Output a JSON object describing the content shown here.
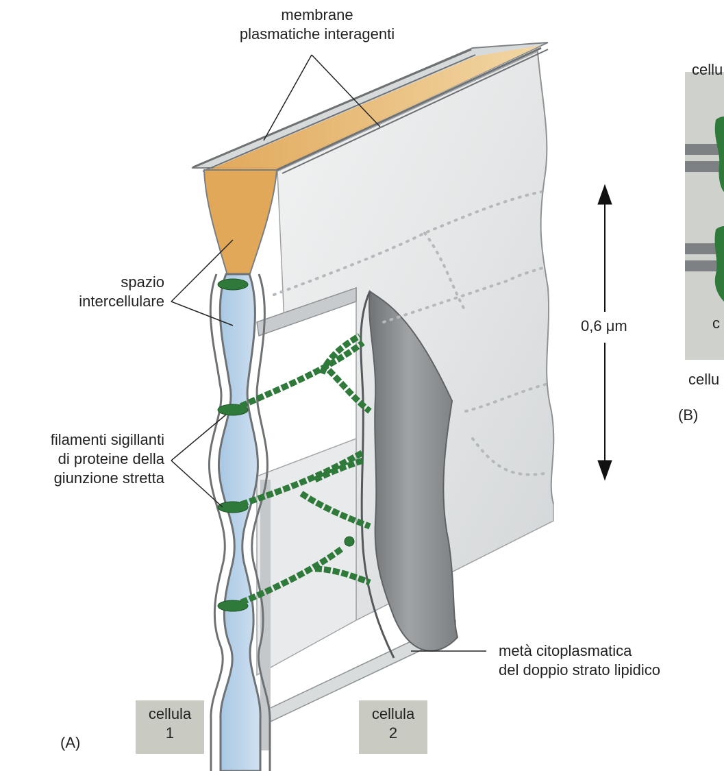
{
  "labels": {
    "membrane_line1": "membrane",
    "membrane_line2": "plasmatiche interagenti",
    "space_line1": "spazio",
    "space_line2": "intercellulare",
    "filaments_line1": "filamenti sigillanti",
    "filaments_line2": "di proteine della",
    "filaments_line3": "giunzione stretta",
    "scale": "0,6 μm",
    "half_line1": "metà citoplasmatica",
    "half_line2": "del doppio strato lipidico",
    "cell1_line1": "cellula",
    "cell1_line2": "1",
    "cell2_line1": "cellula",
    "cell2_line2": "2",
    "panel_a": "(A)",
    "panel_b": "(B)",
    "b_top_cell": "cellu",
    "b_bottom_cell": "cellu",
    "b_partial": "c"
  },
  "colors": {
    "tight_junction_strand": "#2f7a3a",
    "intercellular_space": "#b9d3ea",
    "membrane": "#8c8e8f",
    "cytoplasmic_half": "#8a8d8f",
    "top_section": "#e9b35e",
    "cell_label_box": "#c9cbc3"
  }
}
